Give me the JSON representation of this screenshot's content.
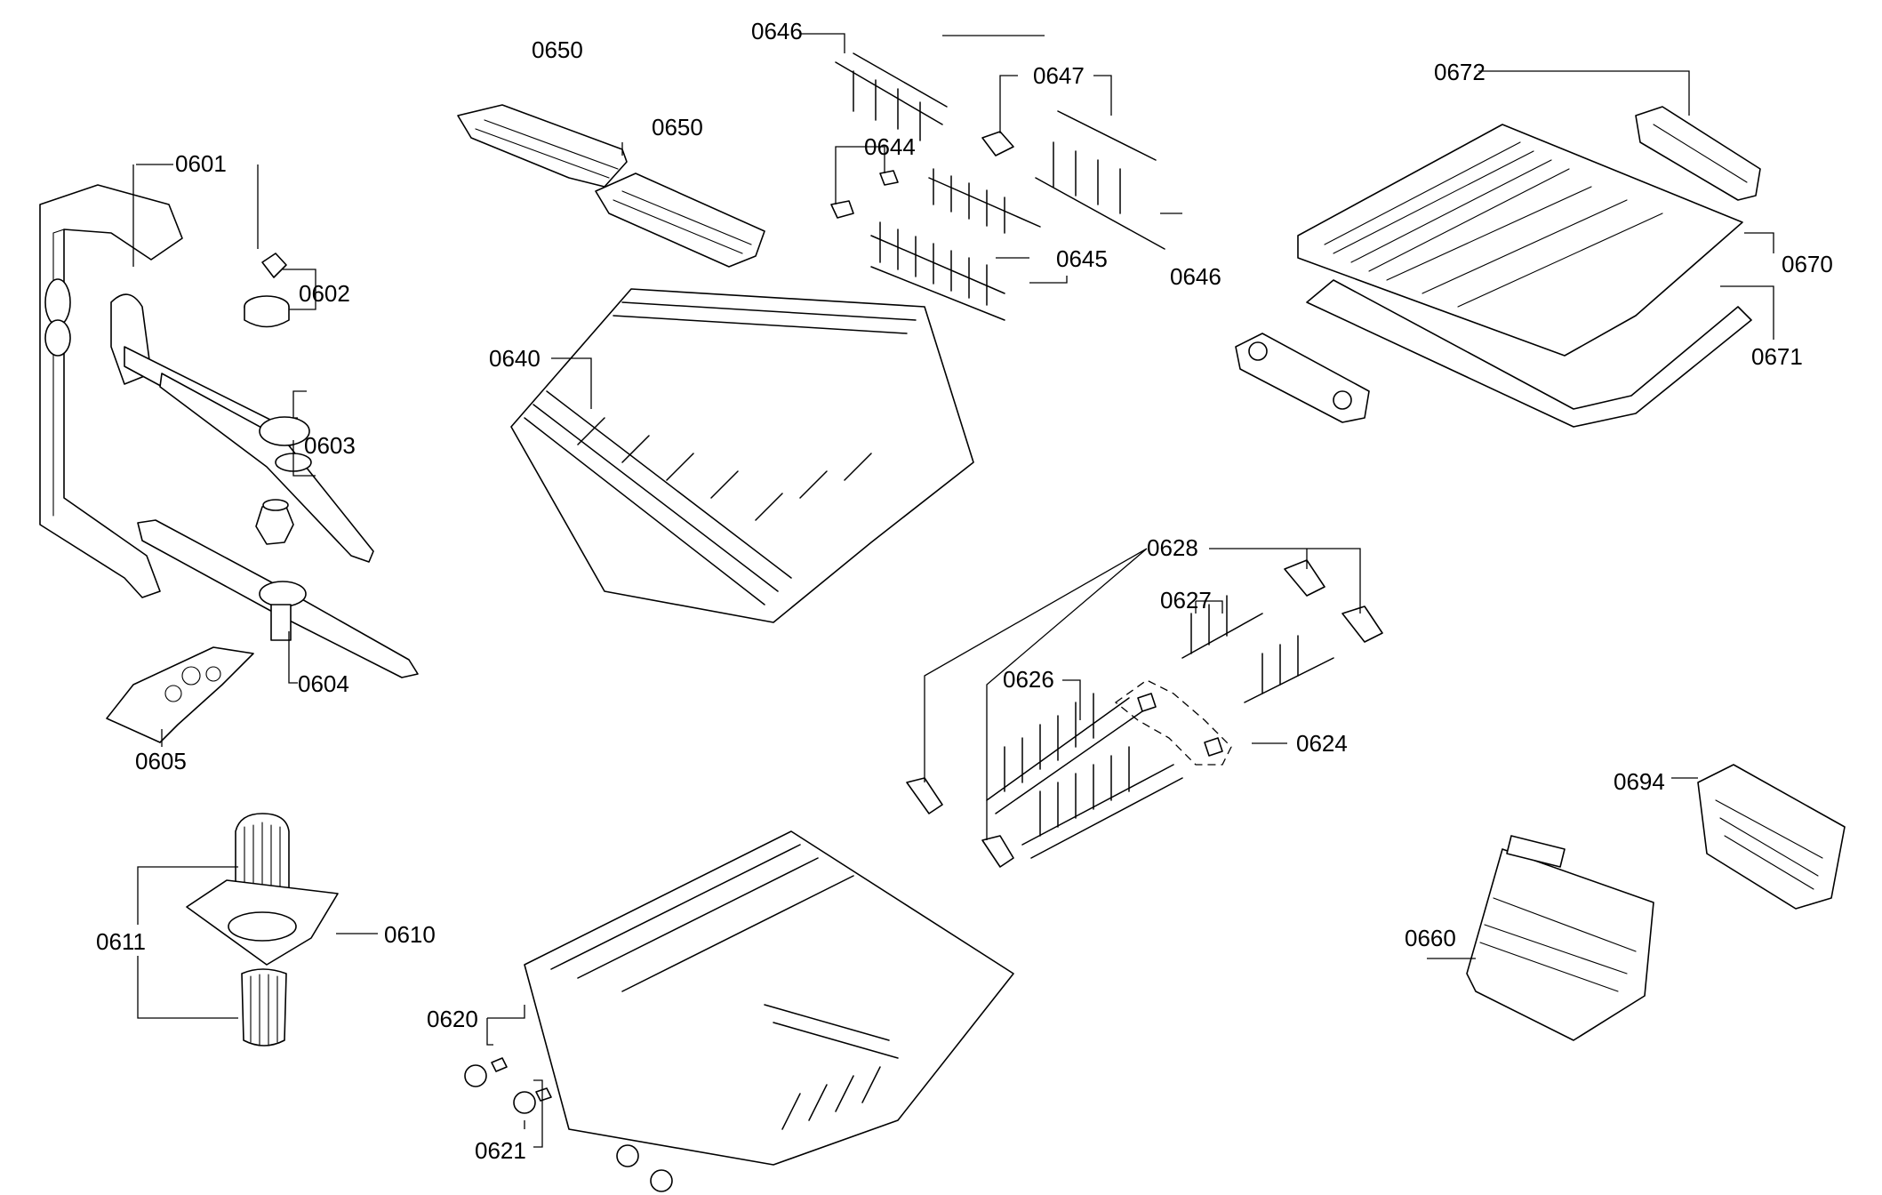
{
  "callouts": {
    "c0601": "0601",
    "c0602": "0602",
    "c0603": "0603",
    "c0604": "0604",
    "c0605": "0605",
    "c0610": "0610",
    "c0611": "0611",
    "c0620": "0620",
    "c0621": "0621",
    "c0624": "0624",
    "c0626": "0626",
    "c0627": "0627",
    "c0628": "0628",
    "c0640": "0640",
    "c0644": "0644",
    "c0645": "0645",
    "c0646a": "0646",
    "c0646b": "0646",
    "c0647": "0647",
    "c0650a": "0650",
    "c0650b": "0650",
    "c0660": "0660",
    "c0670": "0670",
    "c0671": "0671",
    "c0672": "0672",
    "c0694": "0694"
  }
}
